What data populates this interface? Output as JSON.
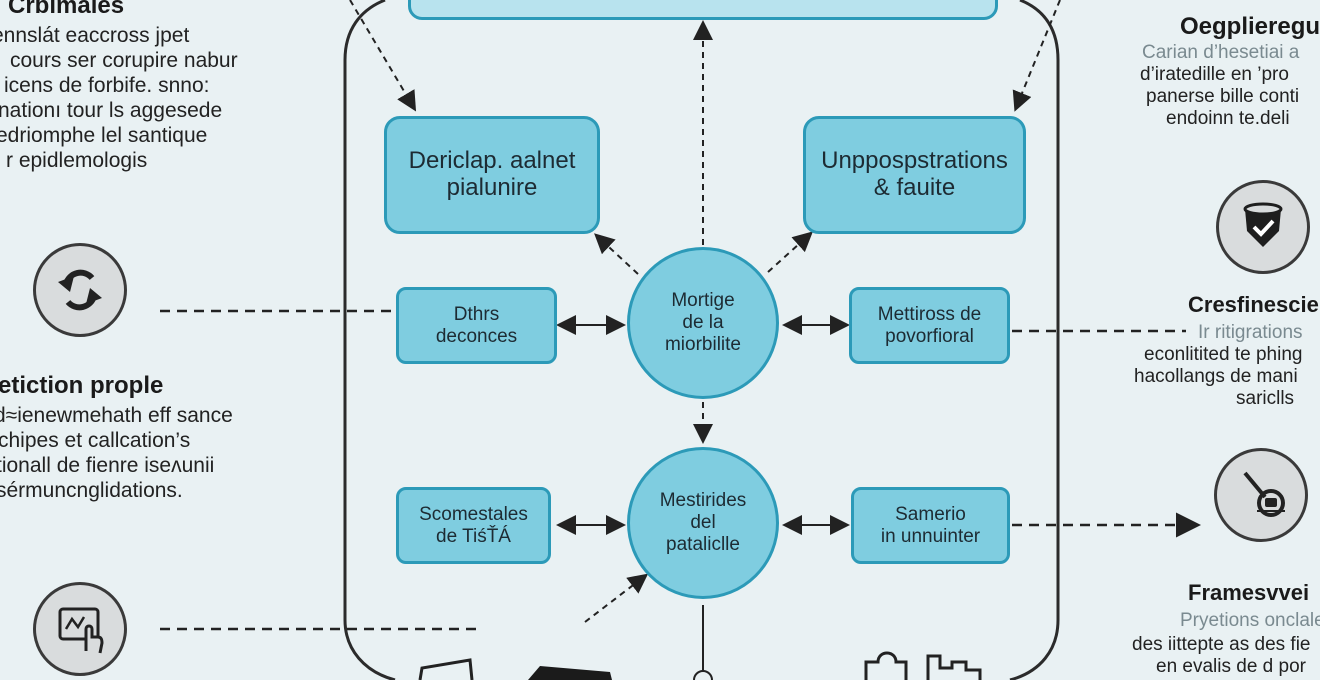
{
  "left": {
    "block1": {
      "title": "Crbimales",
      "lines": [
        "ennslát eaccross jpet",
        "cours ser corupire nabur",
        "icens de forbife. snno:",
        "nationı tour ls aggesede",
        "edriomphe lel santique",
        "r epidlemologis"
      ]
    },
    "block2": {
      "title": "etiction prople",
      "lines": [
        "d≈ienewmehath eff sance",
        "chipes et callcation’s",
        "tionall de fienre iseʌunii",
        "sérmuncnglidations."
      ]
    }
  },
  "center": {
    "box_top_left": [
      "Dericlap. aalnet",
      "pialunire"
    ],
    "box_top_right": [
      "Unppospstrations",
      "& fauite"
    ],
    "box_mid_left": [
      "Dthrs",
      "deconces"
    ],
    "box_mid_right": [
      "Mettiross de",
      "povorfioral"
    ],
    "box_low_left": [
      "Scomestales",
      "de TiśŤÁ"
    ],
    "box_low_right": [
      "Samerio",
      "in unnuinter"
    ],
    "circle_top": [
      "Mortige",
      "de la",
      "miorbilite"
    ],
    "circle_bottom": [
      "Mestirides",
      "del",
      "pataliclle"
    ]
  },
  "right": {
    "block1": {
      "title": "Oegplieregu",
      "lines": [
        "Carian d’hesetiai a",
        "d’iratedille en ’pro",
        "panerse bille conti",
        "endoinn te.deli"
      ]
    },
    "block2": {
      "title": "Cresfinescie",
      "lines": [
        "Ir ritigrations",
        "econlitited te phing",
        "hacollangs de mani",
        "sariclls"
      ]
    },
    "block3": {
      "title": "Framesvvei",
      "lines": [
        "Pryetions onclale",
        "des iittepte as des fie",
        "en evalis de d por"
      ]
    }
  },
  "icons": [
    "refresh-icon",
    "touch-screen-icon",
    "shield-check-icon",
    "gauge-icon"
  ]
}
